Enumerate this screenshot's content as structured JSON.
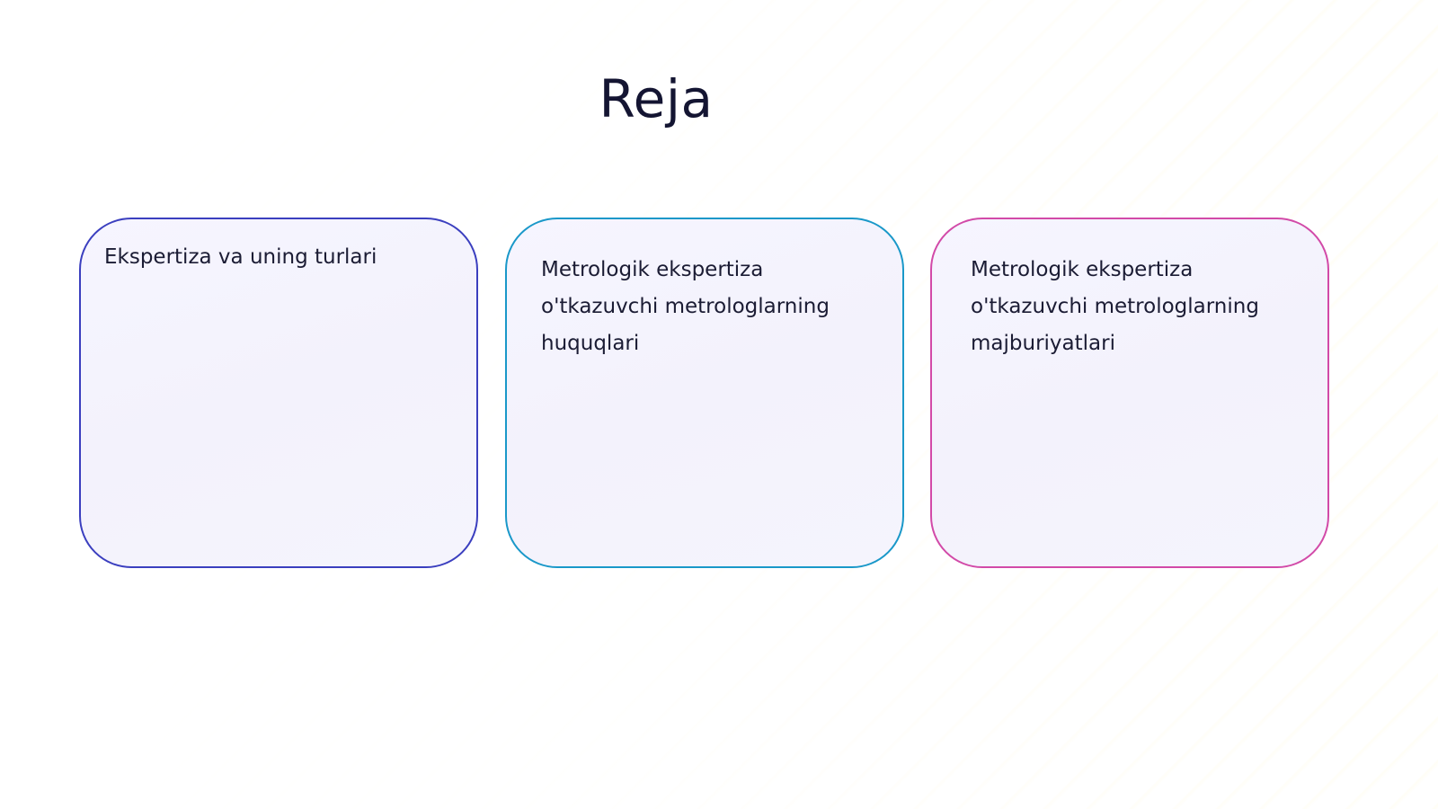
{
  "slide": {
    "title": "Reja",
    "cards": [
      {
        "text": "Ekspertiza va uning turlari",
        "border_color": "#3b3fbf"
      },
      {
        "text": "Metrologik ekspertiza o'tkazuvchi metrologlarning huquqlari",
        "border_color": "#1a98c9"
      },
      {
        "text": "Metrologik ekspertiza o'tkazuvchi metrologlarning majburiyatlari",
        "border_color": "#d24aa8"
      }
    ]
  }
}
